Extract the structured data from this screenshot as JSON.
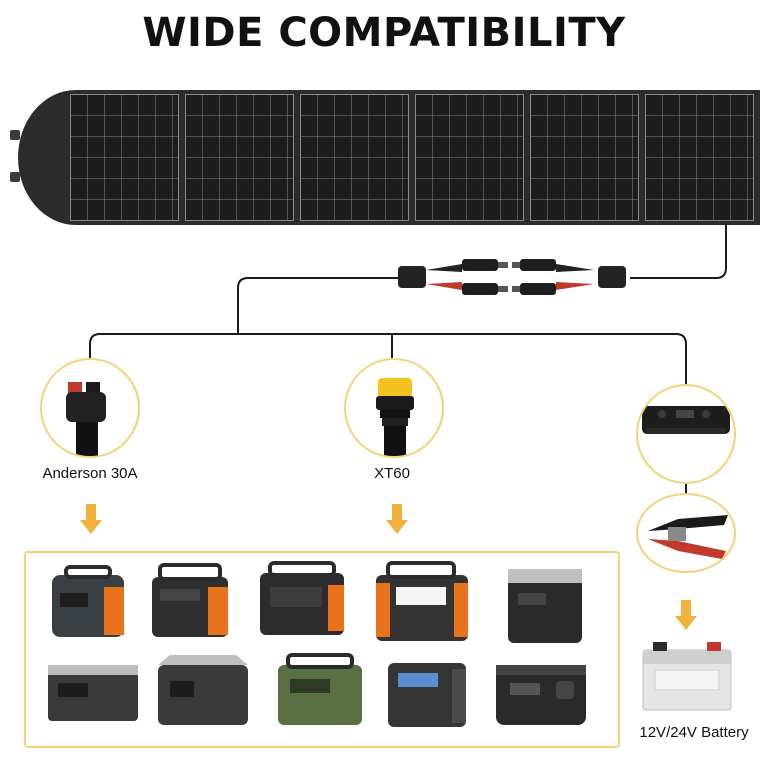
{
  "title": "WIDE COMPATIBILITY",
  "connectors": {
    "anderson": "Anderson 30A",
    "xt60": "XT60",
    "battery": "12V/24V Battery"
  },
  "colors": {
    "circle_border": "#f2d27a",
    "arrow": "#f0b23a",
    "accent_orange": "#e8731c",
    "panel": "#2b2b2b"
  }
}
